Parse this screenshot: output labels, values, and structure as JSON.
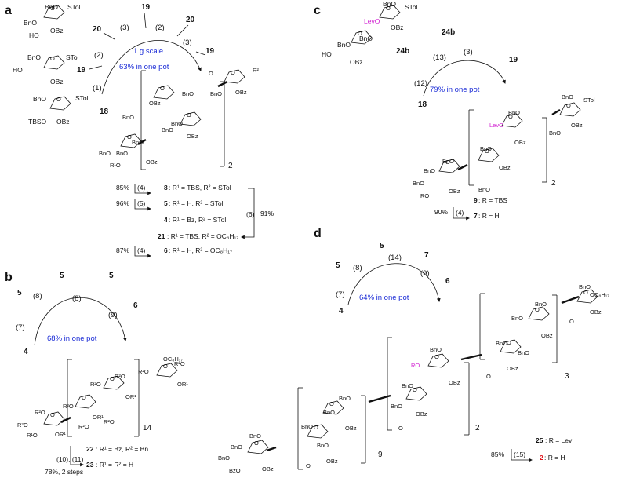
{
  "panels": {
    "a": {
      "label": "a",
      "banner_line1": "1 g scale",
      "banner_line2": "63% in one pot",
      "blocks": [
        "20",
        "19",
        "20",
        "19",
        "19",
        "18"
      ],
      "steps": [
        "(3)",
        "(2)",
        "(3)",
        "(2)",
        "(1)"
      ],
      "product_repeat": "2",
      "products": [
        {
          "yield": "85%",
          "step": "(4)",
          "num": "8",
          "text": ": R¹ = TBS, R² = STol"
        },
        {
          "yield": "96%",
          "step": "(5)",
          "num": "5",
          "text": ": R¹ = H, R² = STol"
        },
        {
          "yield": "",
          "step": "",
          "num": "4",
          "text": ": R¹ = Bz, R² = STol"
        },
        {
          "yield": "",
          "step": "",
          "num": "21",
          "text": ": R¹ = TBS, R² = OC₈H₁₇"
        },
        {
          "yield": "87%",
          "step": "(4)",
          "num": "6",
          "text": ": R¹ = H, R² = OC₈H₁₇"
        }
      ],
      "side_step": "(6)",
      "side_yield": "91%"
    },
    "b": {
      "label": "b",
      "banner": "68% in one pot",
      "blocks": [
        "5",
        "5",
        "5",
        "6",
        "4"
      ],
      "steps": [
        "(8)",
        "(8)",
        "(9)",
        "(7)"
      ],
      "product_repeat": "14",
      "products": [
        {
          "num": "22",
          "text": ": R¹ = Bz, R² = Bn"
        },
        {
          "num": "23",
          "text": ": R¹ = R² = H"
        }
      ],
      "steps_pair": "(10), (11)",
      "yield_text": "78%, 2 steps"
    },
    "c": {
      "label": "c",
      "banner": "79% in one pot",
      "blocks": [
        "24b",
        "24b",
        "19",
        "18"
      ],
      "steps": [
        "(13)",
        "(3)",
        "(12)"
      ],
      "product_repeat": "2",
      "products": [
        {
          "num": "9",
          "text": ": R = TBS"
        },
        {
          "num": "7",
          "text": ": R = H"
        }
      ],
      "yield": "90%",
      "step": "(4)"
    },
    "d": {
      "label": "d",
      "banner": "64% in one pot",
      "blocks": [
        "5",
        "5",
        "7",
        "6",
        "4"
      ],
      "steps": [
        "(8)",
        "(14)",
        "(9)",
        "(7)"
      ],
      "repeats": [
        "9",
        "2",
        "3"
      ],
      "products": [
        {
          "num": "25",
          "text": ": R = Lev"
        },
        {
          "num": "2",
          "text": ": R = H"
        }
      ],
      "yield": "85%",
      "step": "(15)"
    }
  },
  "chem": {
    "BnO": "BnO",
    "OBz": "OBz",
    "STol": "STol",
    "HO": "HO",
    "TBSO": "TBSO",
    "R1O": "R¹O",
    "OR1": "OR¹",
    "R2O": "R²O",
    "R2": "R²",
    "OC8H17": "OC₈H₁₇",
    "LevO": "LevO",
    "RO": "RO",
    "BzO": "BzO",
    "O": "O"
  },
  "colors": {
    "blue": "#1a2bd6",
    "magenta": "#d11fd1",
    "red": "#e0141b"
  }
}
